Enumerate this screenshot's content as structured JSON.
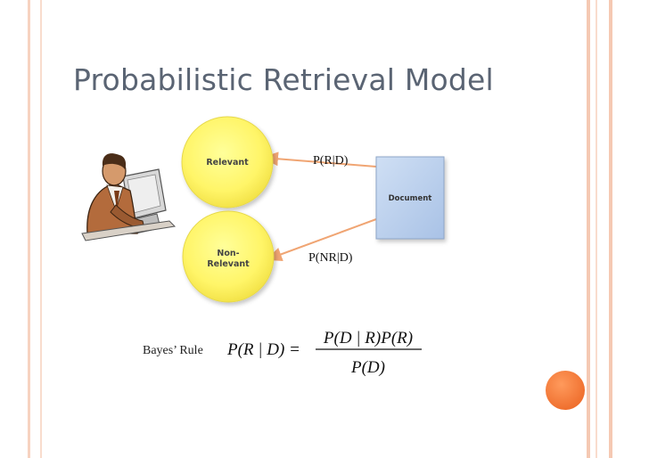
{
  "slide": {
    "title": "Probabilistic Retrieval Model"
  },
  "diagram": {
    "nodes": {
      "relevant": "Relevant",
      "non_relevant_line1": "Non-",
      "non_relevant_line2": "Relevant",
      "document": "Document"
    },
    "edges": {
      "to_relevant": "P(R|D)",
      "to_non_relevant": "P(NR|D)"
    }
  },
  "formula": {
    "caption": "Bayes’ Rule",
    "lhs": "P(R | D) =",
    "numerator": "P(D | R)P(R)",
    "denominator": "P(D)"
  },
  "colors": {
    "stripe_pink": "#f5c9b3",
    "circle_yellow": "#fff568",
    "document_blue": "#bcd1ee",
    "arrow_orange": "#f0a573",
    "accent_dot": "#f47c3c",
    "title_gray": "#5a6473"
  },
  "icons": {
    "user": "person-at-computer-icon"
  }
}
